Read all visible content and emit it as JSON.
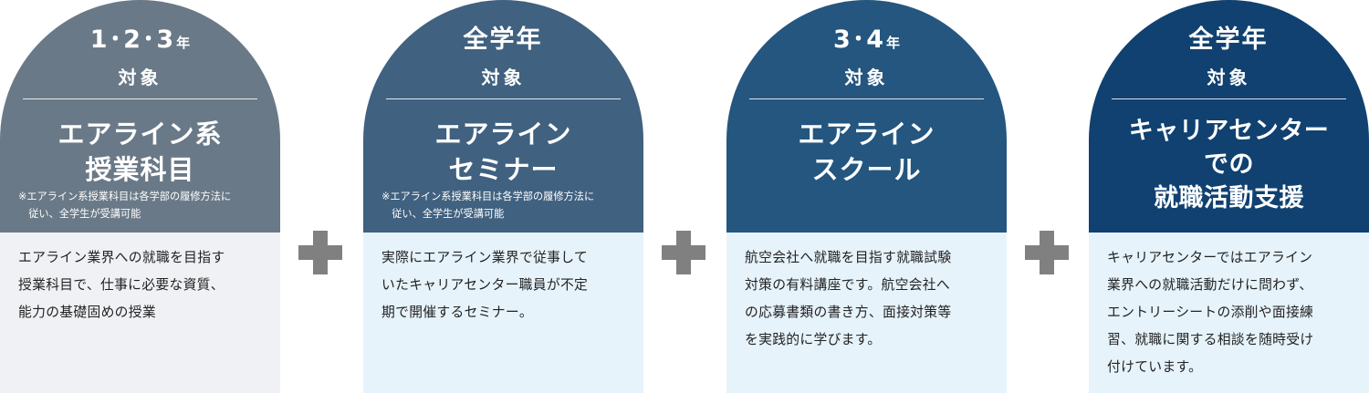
{
  "colors": {
    "card1_head": "#6A7987",
    "card2_head": "#40617F",
    "card3_head": "#24567F",
    "card4_head": "#104170",
    "card1_body": "#EFF1F4",
    "card_body_light": "#E6F3FB",
    "plus": "#808080"
  },
  "cards": [
    {
      "target_main": "1･2･3",
      "target_nen": "年",
      "target_sub": "対象",
      "title": "エアライン系\n授業科目",
      "note": "※エアライン系授業科目は各学部の履修方法に\n　従い、全学生が受講可能",
      "body": "エアライン業界への就職を目指す\n授業科目で、仕事に必要な資質、\n能力の基礎固めの授業"
    },
    {
      "target_main": "全学年",
      "target_nen": "",
      "target_sub": "対象",
      "title": "エアライン\nセミナー",
      "note": "※エアライン系授業科目は各学部の履修方法に\n　従い、全学生が受講可能",
      "body": "実際にエアライン業界で従事して\nいたキャリアセンター職員が不定\n期で開催するセミナー。"
    },
    {
      "target_main": "3･4",
      "target_nen": "年",
      "target_sub": "対象",
      "title": "エアライン\nスクール",
      "note": "",
      "body": "航空会社へ就職を目指す就職試験\n対策の有料講座です。航空会社へ\nの応募書類の書き方、面接対策等\nを実践的に学びます。"
    },
    {
      "target_main": "全学年",
      "target_nen": "",
      "target_sub": "対象",
      "title": "キャリアセンター\nでの\n就職活動支援",
      "note": "",
      "body": "キャリアセンターではエアライン\n業界への就職活動だけに問わず、\nエントリーシートの添削や面接練\n習、就職に関する相談を随時受け\n付けています。"
    }
  ],
  "plus_icons": [
    "plus-icon",
    "plus-icon",
    "plus-icon"
  ]
}
